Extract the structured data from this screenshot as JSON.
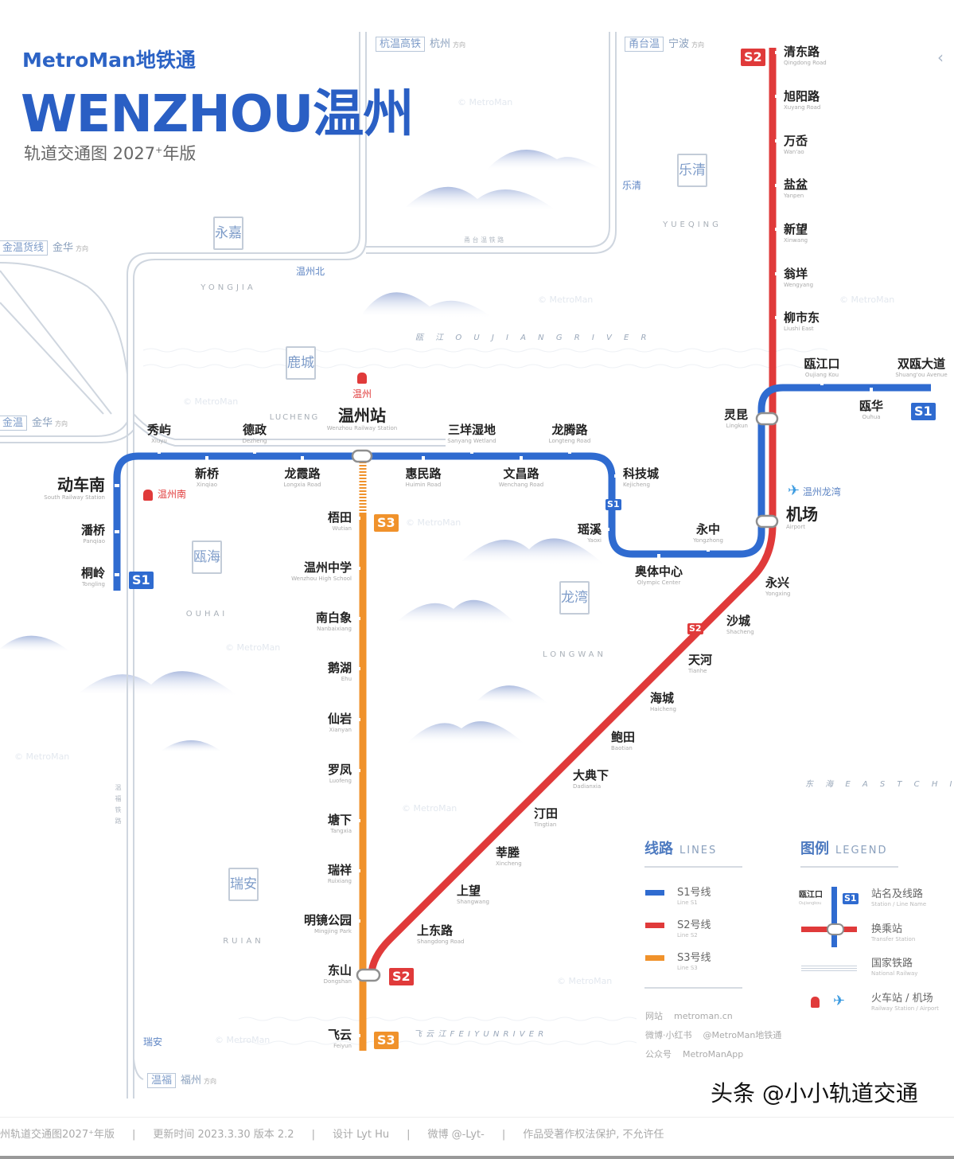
{
  "header": {
    "brand": "MetroMan地铁通",
    "title": "WENZHOU温州",
    "subtitle": "轨道交通图 2027",
    "subtitle_sup": "+",
    "subtitle_suffix": "年版"
  },
  "colors": {
    "s1": "#2f6bd0",
    "s2": "#e03a3a",
    "s3": "#f0922b",
    "rail": "#c9d1dc",
    "brand": "#2a5fc4"
  },
  "lines": {
    "s1": {
      "badge": "S1",
      "stations": [
        {
          "zh": "桐岭",
          "en": "Tongling"
        },
        {
          "zh": "潘桥",
          "en": "Panqiao"
        },
        {
          "zh": "动车南",
          "en": "South Railway Station"
        },
        {
          "zh": "秀屿",
          "en": "Xiuyu"
        },
        {
          "zh": "新桥",
          "en": "Xinqiao"
        },
        {
          "zh": "德政",
          "en": "Dezheng"
        },
        {
          "zh": "龙霞路",
          "en": "Longxia Road"
        },
        {
          "zh": "温州站",
          "en": "Wenzhou Railway Station"
        },
        {
          "zh": "惠民路",
          "en": "Huimin Road"
        },
        {
          "zh": "三垟湿地",
          "en": "Sanyang Wetland"
        },
        {
          "zh": "文昌路",
          "en": "Wenchang Road"
        },
        {
          "zh": "龙腾路",
          "en": "Longteng Road"
        },
        {
          "zh": "科技城",
          "en": "Kejicheng"
        },
        {
          "zh": "瑶溪",
          "en": "Yaoxi"
        },
        {
          "zh": "奥体中心",
          "en": "Olympic Center"
        },
        {
          "zh": "永中",
          "en": "Yongzhong"
        },
        {
          "zh": "机场",
          "en": "Airport"
        },
        {
          "zh": "灵昆",
          "en": "Lingkun"
        },
        {
          "zh": "瓯江口",
          "en": "Oujiang Kou"
        },
        {
          "zh": "瓯华",
          "en": "Ouhua"
        },
        {
          "zh": "双瓯大道",
          "en": "Shuang'ou Avenue"
        }
      ]
    },
    "s2": {
      "badge": "S2",
      "stations": [
        {
          "zh": "清东路",
          "en": "Qingdong Road"
        },
        {
          "zh": "旭阳路",
          "en": "Xuyang Road"
        },
        {
          "zh": "万岙",
          "en": "Wan'ao"
        },
        {
          "zh": "盐盆",
          "en": "Yanpen"
        },
        {
          "zh": "新望",
          "en": "Xinwang"
        },
        {
          "zh": "翁垟",
          "en": "Wengyang"
        },
        {
          "zh": "柳市东",
          "en": "Liushi East"
        },
        {
          "zh": "永兴",
          "en": "Yongxing"
        },
        {
          "zh": "沙城",
          "en": "Shacheng"
        },
        {
          "zh": "天河",
          "en": "Tianhe"
        },
        {
          "zh": "海城",
          "en": "Haicheng"
        },
        {
          "zh": "鲍田",
          "en": "Baotian"
        },
        {
          "zh": "大典下",
          "en": "Dadianxia"
        },
        {
          "zh": "汀田",
          "en": "Tingtian"
        },
        {
          "zh": "莘塍",
          "en": "Xincheng"
        },
        {
          "zh": "上望",
          "en": "Shangwang"
        },
        {
          "zh": "上东路",
          "en": "Shangdong Road"
        }
      ]
    },
    "s3": {
      "badge": "S3",
      "stations": [
        {
          "zh": "梧田",
          "en": "Wutian"
        },
        {
          "zh": "温州中学",
          "en": "Wenzhou High School"
        },
        {
          "zh": "南白象",
          "en": "Nanbaixiang"
        },
        {
          "zh": "鹅湖",
          "en": "Ehu"
        },
        {
          "zh": "仙岩",
          "en": "Xianyan"
        },
        {
          "zh": "罗凤",
          "en": "Luofeng"
        },
        {
          "zh": "塘下",
          "en": "Tangxia"
        },
        {
          "zh": "瑞祥",
          "en": "Ruixiang"
        },
        {
          "zh": "明镜公园",
          "en": "Mingjing Park"
        },
        {
          "zh": "东山",
          "en": "Dongshan"
        },
        {
          "zh": "飞云",
          "en": "Feiyun"
        }
      ]
    }
  },
  "districts": [
    {
      "zh": "永嘉",
      "en": "YONGJIA"
    },
    {
      "zh": "鹿城",
      "en": "LUCHENG"
    },
    {
      "zh": "乐清",
      "en": "YUEQING"
    },
    {
      "zh": "瓯海",
      "en": "OUHAI"
    },
    {
      "zh": "龙湾",
      "en": "LONGWAN"
    },
    {
      "zh": "瑞安",
      "en": "RUIAN"
    }
  ],
  "railways": [
    {
      "name": "杭温高铁",
      "to": "杭州",
      "dir": "方向"
    },
    {
      "name": "甬台温",
      "to": "宁波",
      "dir": "方向"
    },
    {
      "name": "金温货线",
      "to": "金华",
      "dir": "方向"
    },
    {
      "name": "金温",
      "to": "金华",
      "dir": "方向"
    },
    {
      "name": "温福",
      "to": "福州",
      "dir": "方向"
    }
  ],
  "railway_stations": {
    "wenzhou_north": "温州北",
    "yueqing": "乐清",
    "ruian": "瑞安",
    "wenzhou_south": "温州南",
    "wenzhou": "温州",
    "airport": "温州龙湾"
  },
  "railway_line_labels": {
    "yongtaiwen": "甬 台 温 铁 路",
    "wenfu": "温福铁路"
  },
  "rivers": {
    "oujiang": "瓯 江  O U J I A N G  R I V E R",
    "feiyun": "飞 云 江  F E I Y U N  R I V E R",
    "sea": "东 海  E A S T  C H I N A"
  },
  "watermark": "© MetroMan",
  "legend": {
    "lines_title": "线路",
    "lines_title_en": "LINES",
    "lines": [
      {
        "zh": "S1号线",
        "en": "Line S1"
      },
      {
        "zh": "S2号线",
        "en": "Line S2"
      },
      {
        "zh": "S3号线",
        "en": "Line S3"
      }
    ],
    "legend_title": "图例",
    "legend_title_en": "LEGEND",
    "sample_station": "瓯江口",
    "sample_station_en": "Oujiangkou",
    "sample_badge": "S1",
    "items": [
      {
        "zh": "站名及线路",
        "en": "Station / Line Name"
      },
      {
        "zh": "换乘站",
        "en": "Transfer Station"
      },
      {
        "zh": "国家铁路",
        "en": "National Railway"
      },
      {
        "zh": "火车站 / 机场",
        "en": "Railway Station / Airport"
      }
    ],
    "info": [
      {
        "k": "网站",
        "v": "metroman.cn"
      },
      {
        "k": "微博·小红书",
        "v": "@MetroMan地铁通"
      },
      {
        "k": "公众号",
        "v": "MetroManApp"
      }
    ]
  },
  "footer": [
    "州轨道交通图2027⁺年版",
    "|",
    "更新时间 2023.3.30 版本 2.2",
    "|",
    "设计 Lyt Hu",
    "|",
    "微博 @-Lyt-",
    "|",
    "作品受著作权法保护, 不允许任"
  ],
  "overlay_watermark": "头条 @小小轨道交通",
  "nav": {
    "back_icon": "‹"
  }
}
